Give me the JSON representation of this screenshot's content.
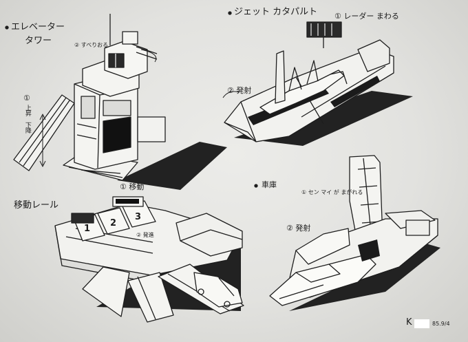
{
  "sheet": {
    "elevator_title": "エレベーター",
    "elevator_title_2": "タワー",
    "elevator_note_move": "② すべりおる",
    "elevator_note_updown": "①",
    "elevator_note_updown_text": "上昇 下降",
    "jet_title": "ジェット カタパルト",
    "jet_note_radar": "① レーダー まわる",
    "jet_note_launch": "② 発射",
    "rail_title": "移動レール",
    "rail_note_move": "① 移動",
    "rail_note_launch": "② 発進",
    "rail_slot_1": "1",
    "rail_slot_2": "2",
    "rail_slot_3": "3",
    "garage_title": "車庫",
    "garage_note_open": "① セン マイ が まがれる",
    "garage_note_launch": "② 発射",
    "signature_initial": "K",
    "date": "85.9/4"
  }
}
